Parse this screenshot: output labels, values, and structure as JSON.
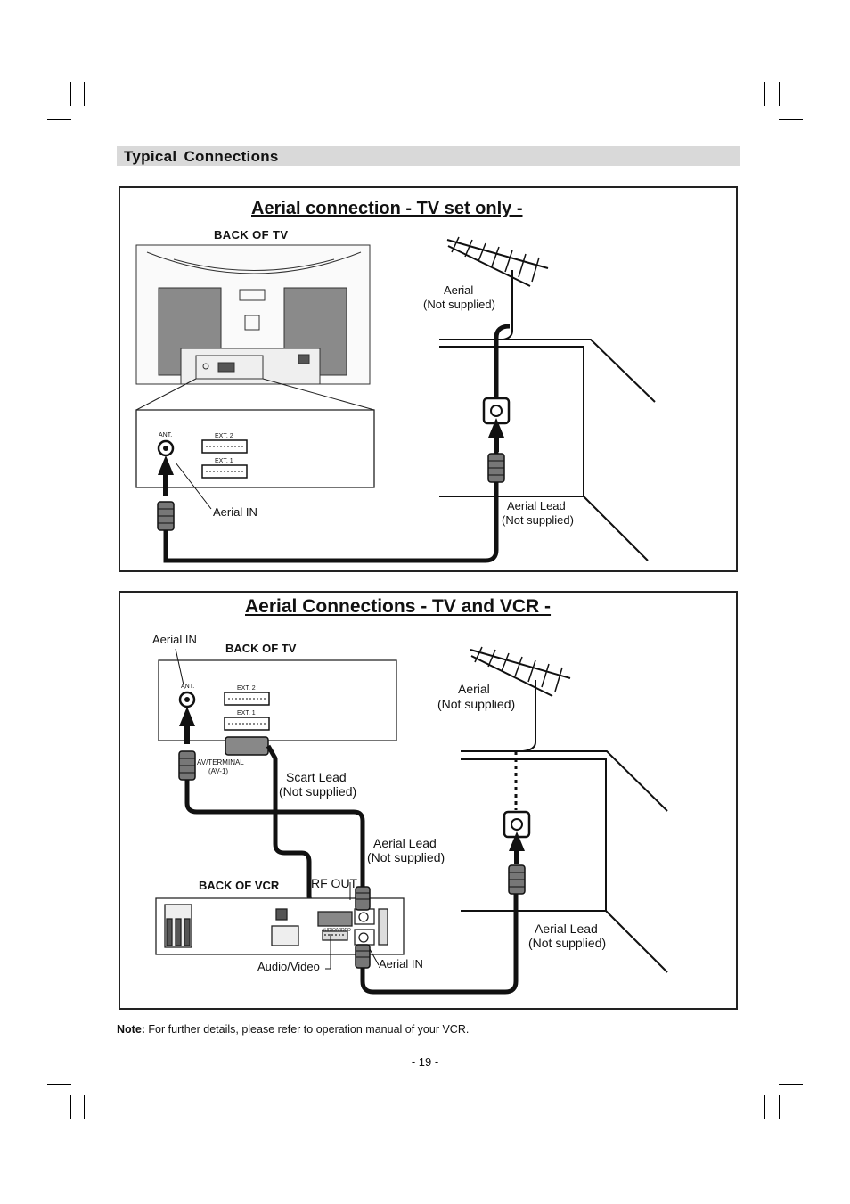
{
  "section_title": "Typical  Connections",
  "diagram1": {
    "title": "Aerial connection - TV set only -",
    "back_of_tv": "BACK OF TV",
    "aerial": "Aerial",
    "aerial_note": "(Not supplied)",
    "aerial_in": "Aerial IN",
    "aerial_lead": "Aerial Lead",
    "aerial_lead_note": "(Not supplied)",
    "ant_label": "ANT.",
    "ext2": "EXT. 2",
    "ext1": "EXT. 1"
  },
  "diagram2": {
    "title": "Aerial Connections - TV and VCR -",
    "aerial_in_top": "Aerial IN",
    "back_of_tv": "BACK OF TV",
    "aerial": "Aerial",
    "aerial_note": "(Not supplied)",
    "ant_label": "ANT.",
    "ext2": "EXT. 2",
    "ext1": "EXT. 1",
    "av_terminal": "AV/TERMINAL",
    "av1": "(AV-1)",
    "scart_lead": "Scart Lead",
    "scart_lead_note": "(Not supplied)",
    "aerial_lead_mid": "Aerial Lead",
    "aerial_lead_mid_note": "(Not supplied)",
    "back_of_vcr": "BACK OF VCR",
    "rf_out": "RF OUT",
    "audio_video_port": "AUDIO/VIDEO",
    "audio_video": "Audio/Video",
    "aerial_in_vcr": "Aerial IN",
    "aerial_lead_right": "Aerial Lead",
    "aerial_lead_right_note": "(Not supplied)"
  },
  "note": {
    "label": "Note:",
    "text": " For further details, please refer to operation manual of your VCR."
  },
  "page_number": "- 19 -"
}
